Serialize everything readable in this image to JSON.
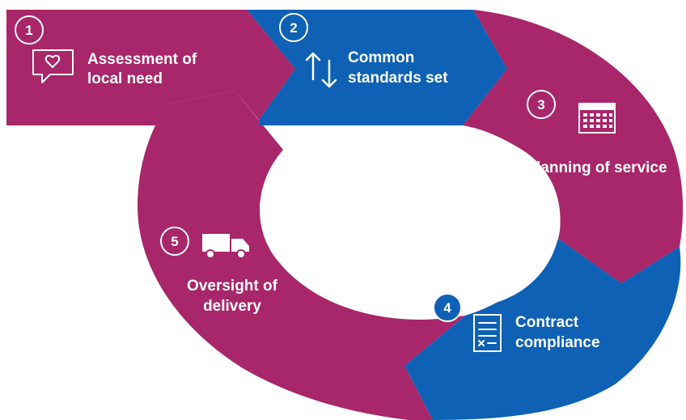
{
  "colors": {
    "magenta": "#A8266A",
    "blue": "#0E61B4",
    "white": "#FFFFFF",
    "background": "#FFFFFF"
  },
  "steps": [
    {
      "number": "1",
      "label_lines": [
        "Assessment of",
        "local need"
      ],
      "icon": "speech-bubble-heart-icon",
      "color": "#A8266A"
    },
    {
      "number": "2",
      "label_lines": [
        "Common",
        "standards set"
      ],
      "icon": "up-down-arrows-icon",
      "color": "#0E61B4"
    },
    {
      "number": "3",
      "label_lines": [
        "lanning of service"
      ],
      "icon": "calendar-icon",
      "color": "#A8266A"
    },
    {
      "number": "4",
      "label_lines": [
        "Contract",
        "compliance"
      ],
      "icon": "checklist-document-icon",
      "color": "#0E61B4"
    },
    {
      "number": "5",
      "label_lines": [
        "Oversight of",
        "delivery"
      ],
      "icon": "delivery-truck-icon",
      "color": "#A8266A"
    }
  ]
}
